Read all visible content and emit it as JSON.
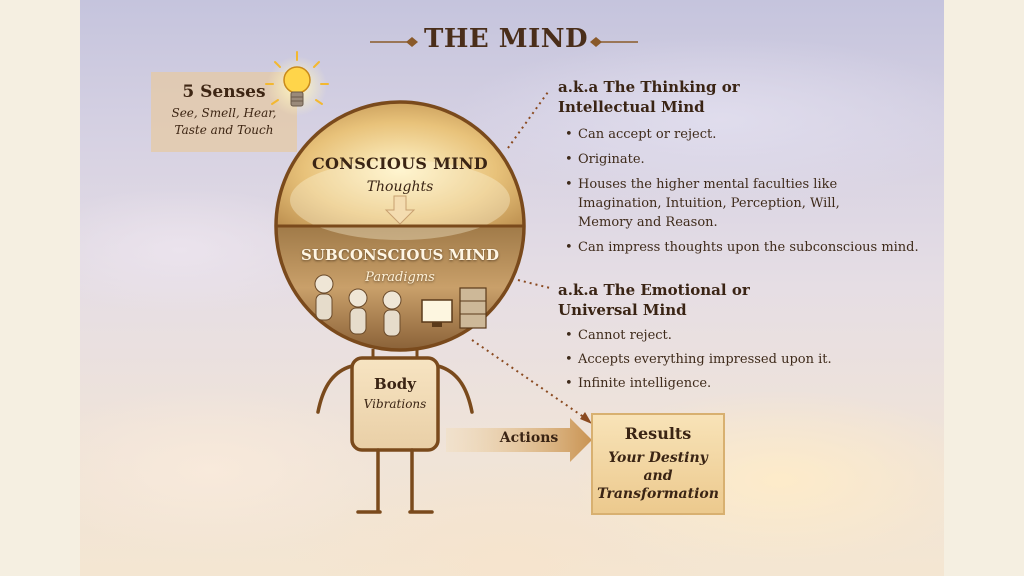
{
  "title": "THE MIND",
  "senses": {
    "title": "5 Senses",
    "line1": "See, Smell, Hear,",
    "line2": "Taste and Touch"
  },
  "head": {
    "conscious_label": "CONSCIOUS MIND",
    "conscious_sub": "Thoughts",
    "subconscious_label": "SUBCONSCIOUS MIND",
    "subconscious_sub": "Paradigms"
  },
  "body": {
    "label": "Body",
    "sub": "Vibrations"
  },
  "actions_label": "Actions",
  "results": {
    "title": "Results",
    "line1": "Your Destiny",
    "line2": "and",
    "line3": "Transformation"
  },
  "conscious_desc": {
    "heading_line1": "a.k.a The Thinking or",
    "heading_line2": "Intellectual Mind",
    "bullet1": "Can accept or reject.",
    "bullet2": "Originate.",
    "bullet3_line1": "Houses the higher mental faculties like",
    "bullet3_line2": "Imagination, Intuition, Perception, Will,",
    "bullet3_line3": "Memory and Reason.",
    "bullet4": "Can impress thoughts upon the subconscious mind."
  },
  "subconscious_desc": {
    "heading_line1": "a.k.a The Emotional or",
    "heading_line2": "Universal Mind",
    "bullet1": "Cannot reject.",
    "bullet2": "Accepts everything impressed upon it.",
    "bullet3": "Infinite intelligence."
  },
  "colors": {
    "outline": "#7a4a1c",
    "text_dark": "#3a2414",
    "gold": "#f2c45a",
    "background": "#f5efe1"
  }
}
